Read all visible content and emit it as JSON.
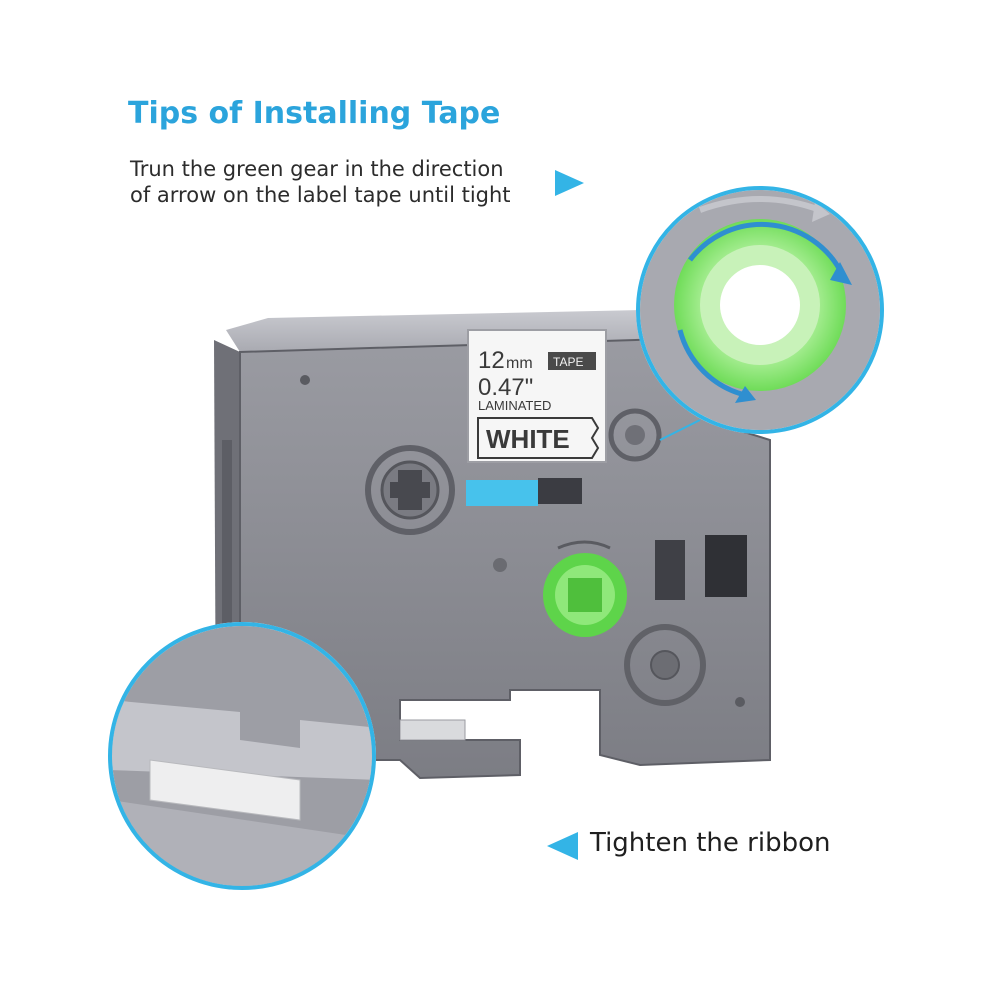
{
  "heading": "Tips of Installing Tape",
  "instruction": {
    "line1": "Trun the green gear in the direction",
    "line2": "of arrow on the label tape until tight"
  },
  "caption": "Tighten the ribbon",
  "label": {
    "size_mm": "12",
    "unit_mm": "mm",
    "tape": "TAPE",
    "size_in": "0.47\"",
    "type": "LAMINATED",
    "color": "WHITE"
  },
  "colors": {
    "heading": "#2ba4dc",
    "accent_blue": "#33b4e6",
    "cartridge_gray": "#8b8c93",
    "gear_green": "#6ee05a",
    "text_dark": "#2c2c2c"
  },
  "icons": {
    "pointer_right": "triangle-right-icon",
    "pointer_left": "triangle-left-icon"
  }
}
